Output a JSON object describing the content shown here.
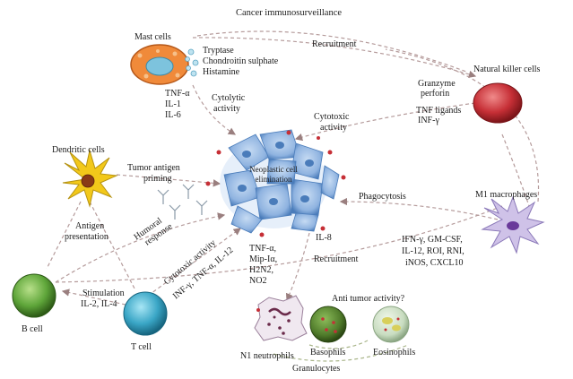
{
  "title": "Cancer immunosurveillance",
  "cells": {
    "mast": "Mast cells",
    "nk": "Natural killer cells",
    "dendritic": "Dendritic cells",
    "m1": "M1 macrophages",
    "b": "B cell",
    "t": "T cell",
    "n1": "N1 neutrophils",
    "basophils": "Basophils",
    "eosinophils": "Eosinophils",
    "granulocytes": "Granulocytes",
    "tumor": [
      "Neoplastic cell",
      "elimination"
    ]
  },
  "mast_products": [
    "Tryptase",
    "Chondroitin sulphate",
    "Histamine"
  ],
  "mast_cytokines": [
    "TNF-α",
    "IL-1",
    "IL-6"
  ],
  "nk_products": [
    "Granzyme",
    "perforin",
    "TNF ligands",
    "INF-γ"
  ],
  "m1_products": [
    "IFN-γ, GM-CSF,",
    "IL-12, ROI, RNI,",
    "iNOS, CXCL10"
  ],
  "n1_products": [
    "TNF-α,",
    "Mip-Iα,",
    "H2N2,",
    "NO2"
  ],
  "labels": {
    "recruitment_top": "Recruitment",
    "cytolytic": [
      "Cytolytic",
      "activity"
    ],
    "cytotoxic": [
      "Cytotoxic",
      "activity"
    ],
    "tumor_antigen": [
      "Tumor antigen",
      "priming"
    ],
    "phagocytosis": "Phagocytosis",
    "antigen_presentation": [
      "Antigen",
      "presentation"
    ],
    "humoral": [
      "Humoral",
      "response"
    ],
    "tcell_cytotoxic": [
      "Cytotoxic activity",
      "INF-γ, TNF-α, IL-12"
    ],
    "stimulation": [
      "Stimulation",
      "IL-2, IL-4"
    ],
    "il8": "IL-8",
    "recruitment_bottom": "Recruitment",
    "anti_tumor": "Anti tumor activity?"
  },
  "colors": {
    "mast_body": "#f08a3a",
    "nk_body": "#c62f36",
    "dendritic_body": "#f2c81a",
    "m1_body": "#cfc2e8",
    "b_body": "#5fa63a",
    "t_body": "#3aa6c6",
    "basophil_body": "#4f7a2a",
    "eosinophil_body": "#c8dcc0",
    "tumor_body": "#8fb3e0",
    "arrow": "#b59b9b"
  }
}
